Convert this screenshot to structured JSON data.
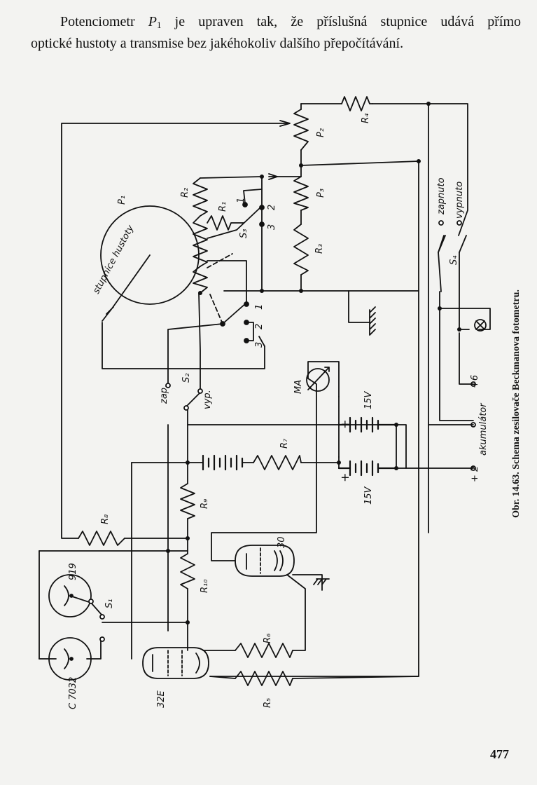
{
  "intro": {
    "line1_a": "Potenciometr ",
    "p_symbol": "P",
    "p_subscript": "1",
    "line1_b": " je upraven tak, že příslušná stupnice udává přímo",
    "line2": "optické hustoty a transmise bez jakéhokoliv dalšího přepočítávání."
  },
  "labels": {
    "stupnice": "stupnice hustoty",
    "P1": "P₁",
    "P2": "P₂",
    "P3": "P₃",
    "R1": "R₁",
    "R2": "R₂",
    "R3": "R₃",
    "R4": "R₄",
    "R5": "R₅",
    "R6": "R₆",
    "R7": "R₇",
    "R8": "R₈",
    "R9": "R₉",
    "R10": "R₁₀",
    "S1": "S₁",
    "S2": "S₂",
    "S3": "S₃",
    "S4": "S₄",
    "sw1": "1",
    "sw2": "2",
    "sw3": "3",
    "sw1b": "1",
    "sw2b": "2",
    "sw3b": "3",
    "zap": "zap.",
    "vyp": "vyp.",
    "zapnuto": "zapnuto",
    "vypnuto": "vypnuto",
    "MA": "MA",
    "v15a": "15V",
    "v15b": "15V",
    "plus1": "+",
    "plus2": "+",
    "tube30": "30",
    "tube32E": "32E",
    "ph919": "919",
    "phC7032": "C 7032",
    "plus6": "+6",
    "plus2t": "+ 2",
    "akumulator": "akumulátor"
  },
  "caption": "Obr. 14.63. Schema zesilovače Beckmanova fotometru.",
  "page_number": "477"
}
